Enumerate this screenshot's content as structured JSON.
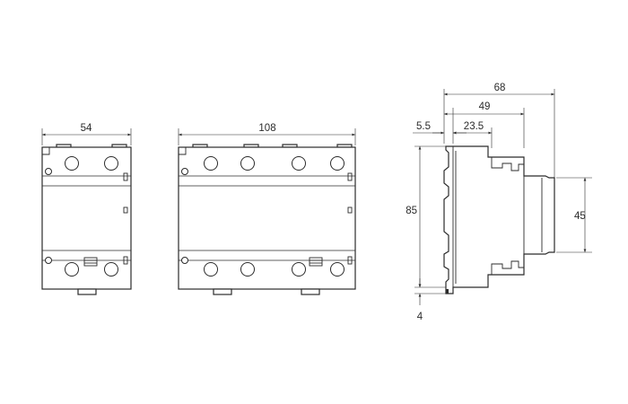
{
  "drawing": {
    "views": {
      "front_2p": {
        "width_label": "54"
      },
      "front_4p": {
        "width_label": "108"
      },
      "side": {
        "depth_total_label": "68",
        "depth_mid_label": "49",
        "depth_front_label": "23.5",
        "offset_label": "5.5",
        "height_label": "85",
        "front_height_label": "45",
        "bottom_label": "4"
      }
    }
  }
}
